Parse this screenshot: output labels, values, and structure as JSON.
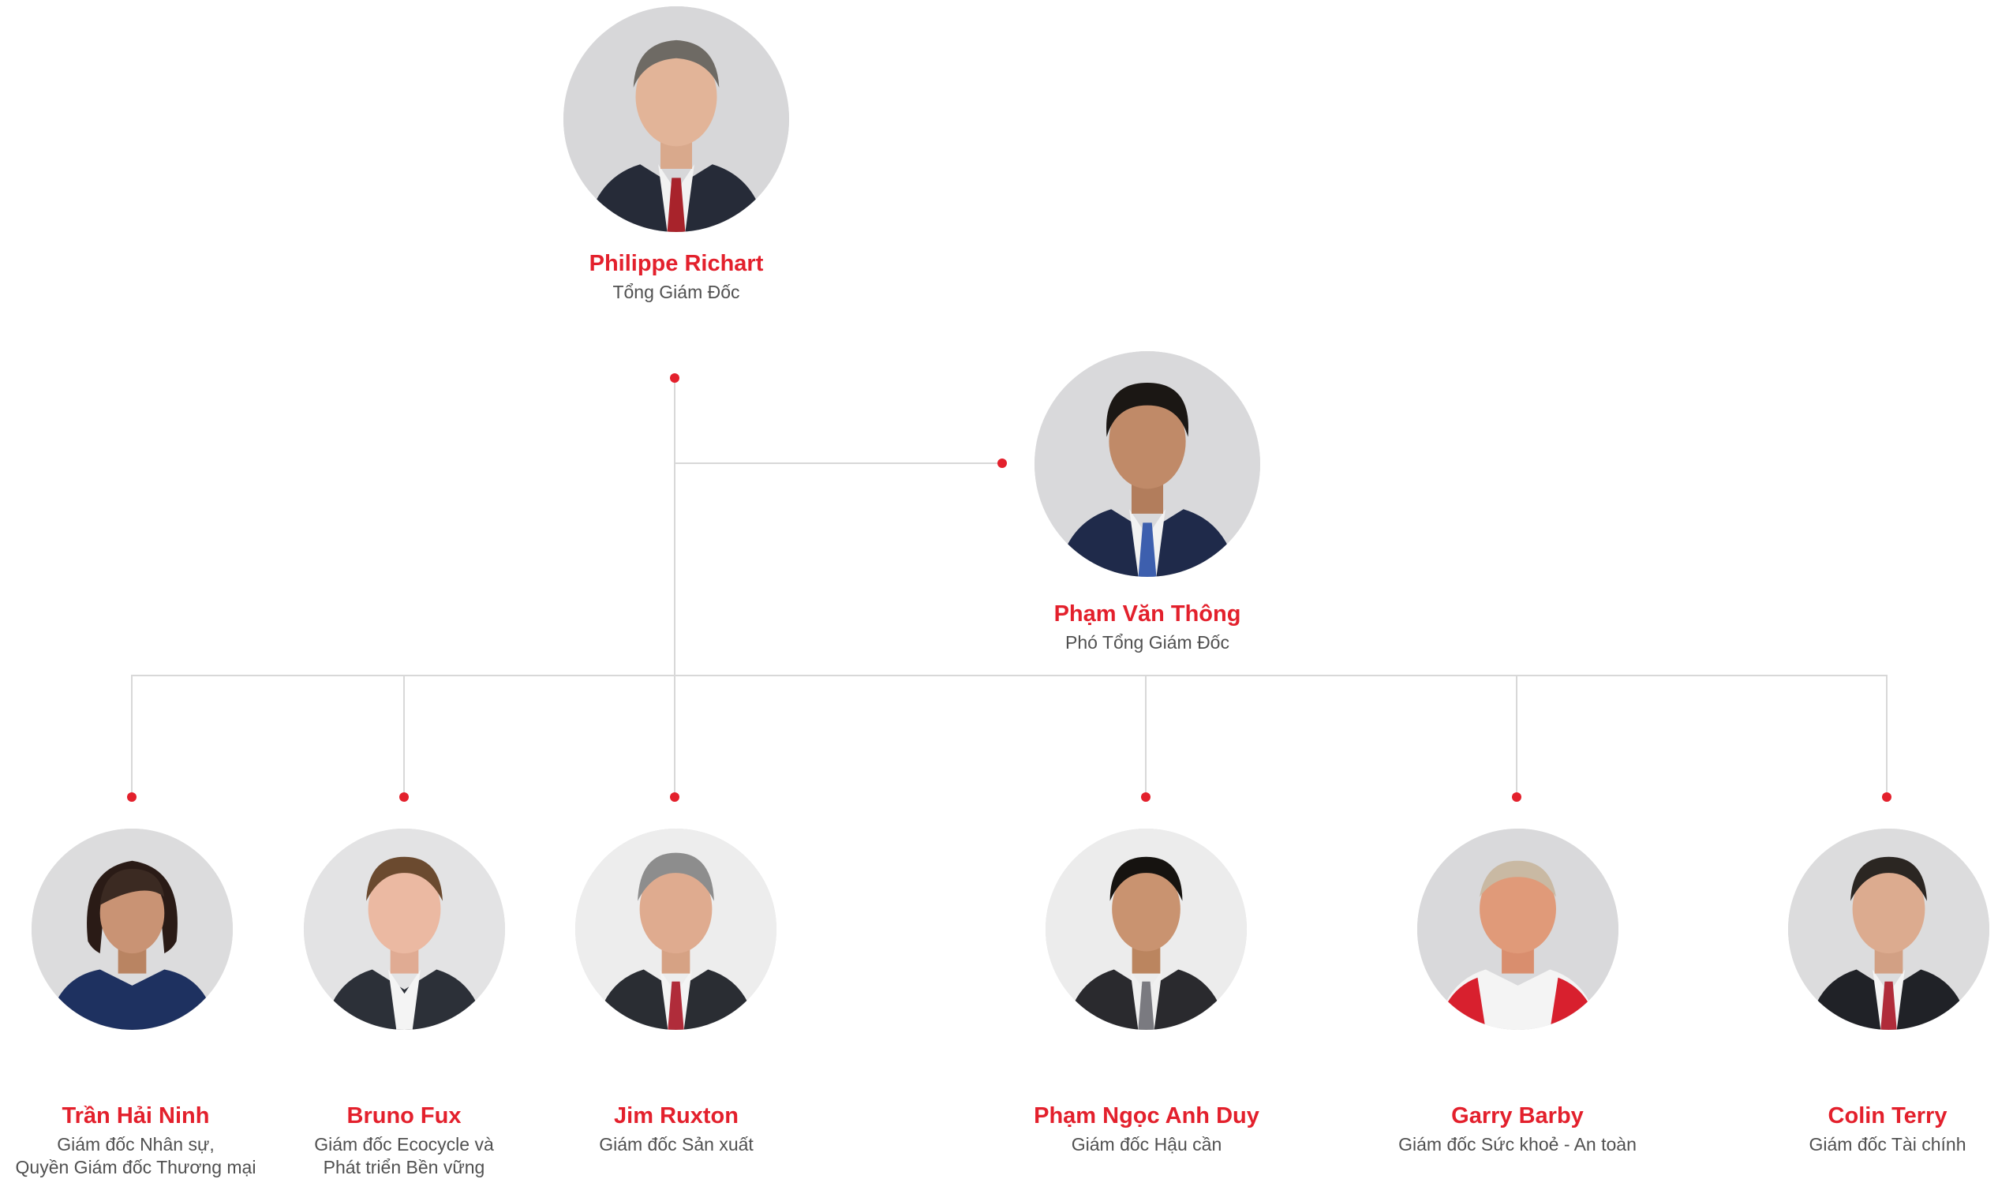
{
  "people": {
    "ceo": {
      "name": "Philippe Richart",
      "role": "Tổng Giám Đốc"
    },
    "deputy": {
      "name": "Phạm Văn Thông",
      "role": "Phó Tổng Giám Đốc"
    },
    "p1": {
      "name": "Trần Hải Ninh",
      "role_line1": "Giám đốc Nhân sự,",
      "role_line2": "Quyền Giám đốc Thương mại"
    },
    "p2": {
      "name": "Bruno Fux",
      "role_line1": "Giám đốc Ecocycle và",
      "role_line2": "Phát triển Bền vững"
    },
    "p3": {
      "name": "Jim Ruxton",
      "role": "Giám đốc Sản xuất"
    },
    "p4": {
      "name": "Phạm Ngọc Anh Duy",
      "role": "Giám đốc Hậu cần"
    },
    "p5": {
      "name": "Garry Barby",
      "role": "Giám đốc Sức khoẻ - An toàn"
    },
    "p6": {
      "name": "Colin Terry",
      "role": "Giám đốc Tài chính"
    }
  },
  "colors": {
    "accent": "#e3202c",
    "connector": "#d8d8d8",
    "photo_background": "#dadadb",
    "role_text": "#505050"
  },
  "icons": [
    "person-photo"
  ]
}
